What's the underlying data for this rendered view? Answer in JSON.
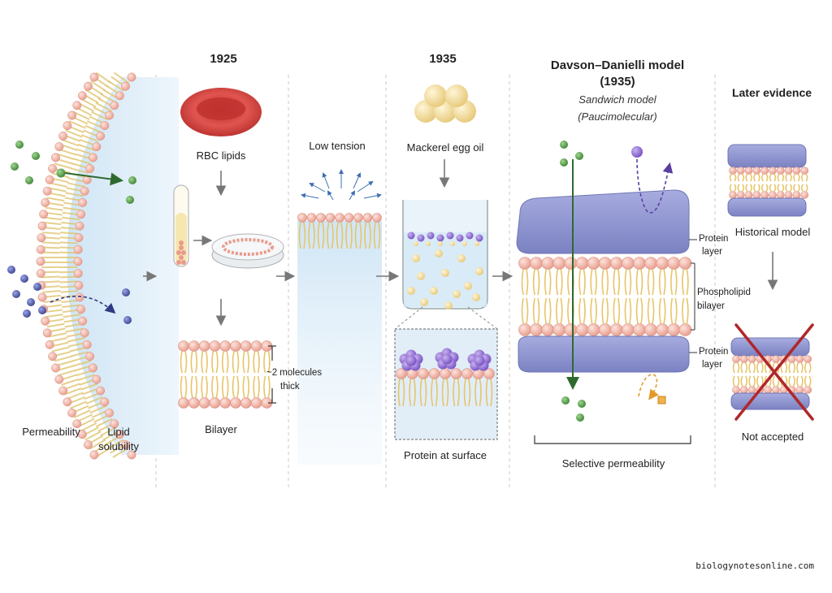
{
  "headings": {
    "year_1925": "1925",
    "year_1935": "1935",
    "dd_model_line1": "Davson–Danielli model",
    "dd_model_line2": "(1935)",
    "later_evidence": "Later evidence"
  },
  "subtitles": {
    "sandwich": "Sandwich model",
    "paucimolecular": "(Paucimolecular)"
  },
  "labels": {
    "permeability": "Permeability",
    "lipid_solubility_1": "Lipid",
    "lipid_solubility_2": "solubility",
    "rbc_lipids": "RBC lipids",
    "bilayer": "Bilayer",
    "molecules_thick_1": "~2 molecules",
    "molecules_thick_2": "thick",
    "low_tension": "Low tension",
    "mackerel_egg_oil": "Mackerel egg oil",
    "protein_at_surface": "Protein at surface",
    "protein_layer_top_1": "Protein",
    "protein_layer_top_2": "layer",
    "phospholipid_1": "Phospholipid",
    "phospholipid_2": "bilayer",
    "protein_layer_bottom_1": "Protein",
    "protein_layer_bottom_2": "layer",
    "selective_permeability": "Selective permeability",
    "historical_model": "Historical model",
    "not_accepted": "Not accepted"
  },
  "credit": "biologynotesonline.com",
  "colors": {
    "lipid_head": "#f2b3a6",
    "lipid_tail": "#e8c46a",
    "protein": "#8e95cf",
    "green_molecule": "#4f9a45",
    "blue_molecule": "#4b55a8",
    "purple_molecule": "#8d6ad0",
    "orange_molecule": "#e8a63a",
    "rbc": "#d9443f",
    "water": "#d8eaf7",
    "cross": "#b0272a"
  },
  "icons": [
    "membrane-icon",
    "rbc-icon",
    "test-tube-icon",
    "petri-dish-icon",
    "beaker-icon",
    "egg-oil-icon",
    "cross-mark-icon"
  ]
}
